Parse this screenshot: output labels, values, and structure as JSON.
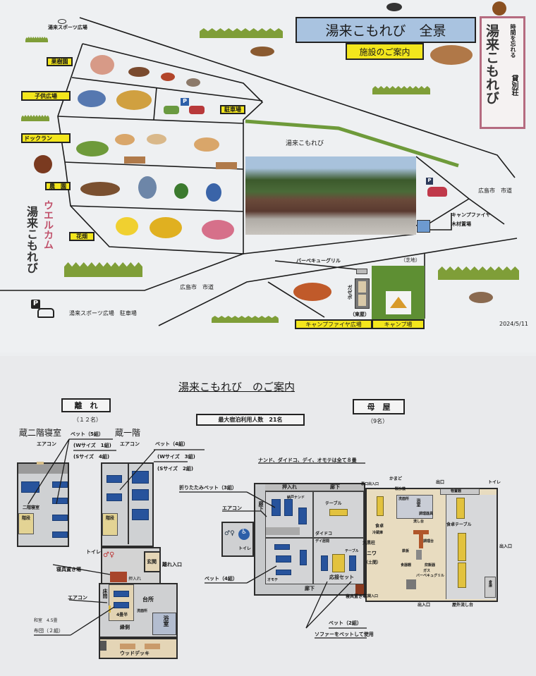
{
  "map": {
    "title": "湯来こもれび　全景",
    "subtitle": "施設のご案内",
    "sign": {
      "name": "湯来こもれび",
      "tagline1": "時間を忘れる",
      "tagline2": "貸別荘"
    },
    "welcome": {
      "text": "ウエルカム",
      "name": "湯来こもれび"
    },
    "sports_field": "湯来スポーツ広場",
    "areas": {
      "orchard": "果樹園",
      "kids_plaza": "子供広場",
      "parking": "駐車場",
      "dog_run": "ドックラン",
      "farm": "農　園",
      "flower_field": "花畑"
    },
    "facility_label": "湯来こもれび",
    "city_road_1": "広島市　市道",
    "city_road_2": "広島市　市道",
    "campfire_wood_1": "キャンプファイヤ",
    "campfire_wood_2": "木材置場",
    "bbq_grill": "バーベキューグリル",
    "lawn": "（芝地）",
    "gazebo": "ガゼボ",
    "azumaya": "（東屋）",
    "campfire_plaza": "キャンプファイヤ広場",
    "campsite": "キャンプ場",
    "date": "2024/5/11",
    "sports_parking": "湯来スポーツ広場　駐車場",
    "parking_icon": "P",
    "colors": {
      "title_bg": "#a9c3e0",
      "label_yellow": "#f3e61c",
      "grass": "#7f9e38",
      "camp_green": "#5e8f33"
    }
  },
  "guide": {
    "title": "湯来こもれび　のご案内",
    "max_capacity": "最大宿泊利用人数　21名",
    "annex": {
      "title": "離　れ",
      "capacity": "（１２名）"
    },
    "main_house": {
      "title": "母　屋",
      "capacity": "（9名）"
    },
    "kura2": {
      "title": "蔵二階寝室",
      "aircon": "エアコン",
      "beds": "ベット（5組）",
      "w_size": "(Wサイズ　1組)",
      "s_size": "(Sサイズ　4組)",
      "bedroom": "二階寝室",
      "stairs": "階段"
    },
    "kura1": {
      "title": "蔵一階",
      "aircon": "エアコン",
      "beds": "ベット（4組）",
      "w_size": "(Wサイズ　3組)",
      "s_size": "(Sサイズ　2組)",
      "stairs": "階段",
      "toilet": "トイレ",
      "bedding": "寝具置き場",
      "closet": "押入れ",
      "entrance": "玄関",
      "annex_entrance": "離れ入口",
      "tokonoma": "床間",
      "aircon2": "エアコン",
      "kitchen": "台所",
      "washroom": "洗面所",
      "bath": "浴室",
      "tatami": "4畳半",
      "washitsu": "和室　4.5畳",
      "futon": "布団（２組）",
      "engawa": "縁側",
      "deck": "ウッドデッキ"
    },
    "omoya": {
      "note": "ナンド、ダイドコ、デイ、オモテは全て８畳",
      "folding_beds": "折りたたみベット（3組）",
      "aircon": "エアコン",
      "closet": "押入れ",
      "corridor_top": "廊下",
      "nando": "納戸ナンド",
      "table1": "テーブル",
      "daidoko": "ダイドコ",
      "corridor_side": "廊下",
      "toilet": "トイレ",
      "dei": "デイ居間",
      "table2": "テーブル",
      "omote": "オモテ",
      "sofa_set": "応接セット",
      "beds4": "ベット（4組）",
      "corridor_bottom": "廊下",
      "bedding": "寝具置き場",
      "beds2": "ベット（2組）",
      "sofa_note": "ソファーをベットして使用",
      "back_door": "裏口出入口",
      "kamado": "かまど",
      "exit": "出口",
      "ice_maker": "製氷機",
      "storage_shelf": "物置棚",
      "toilet2": "トイレ",
      "washroom": "洗面所",
      "bath": "浴室",
      "sink": "流し台",
      "utensils": "調理器具",
      "dining": "食卓",
      "dining_table": "食卓テーブル",
      "fridge": "冷蔵庫",
      "pillar": "大黒柱",
      "niwa": "ニワ",
      "doma": "（土間）",
      "counter": "調理台",
      "griddle": "鉄板",
      "cupboard": "食器棚",
      "rice_cooker": "炊飯器",
      "gas": "ガス",
      "bbq": "バーベキュグリル",
      "side_door": "出入口",
      "warehouse": "倉庫",
      "front_door": "玄関入口",
      "door_bottom": "出入口",
      "outdoor_sink": "屋外流し台"
    }
  }
}
